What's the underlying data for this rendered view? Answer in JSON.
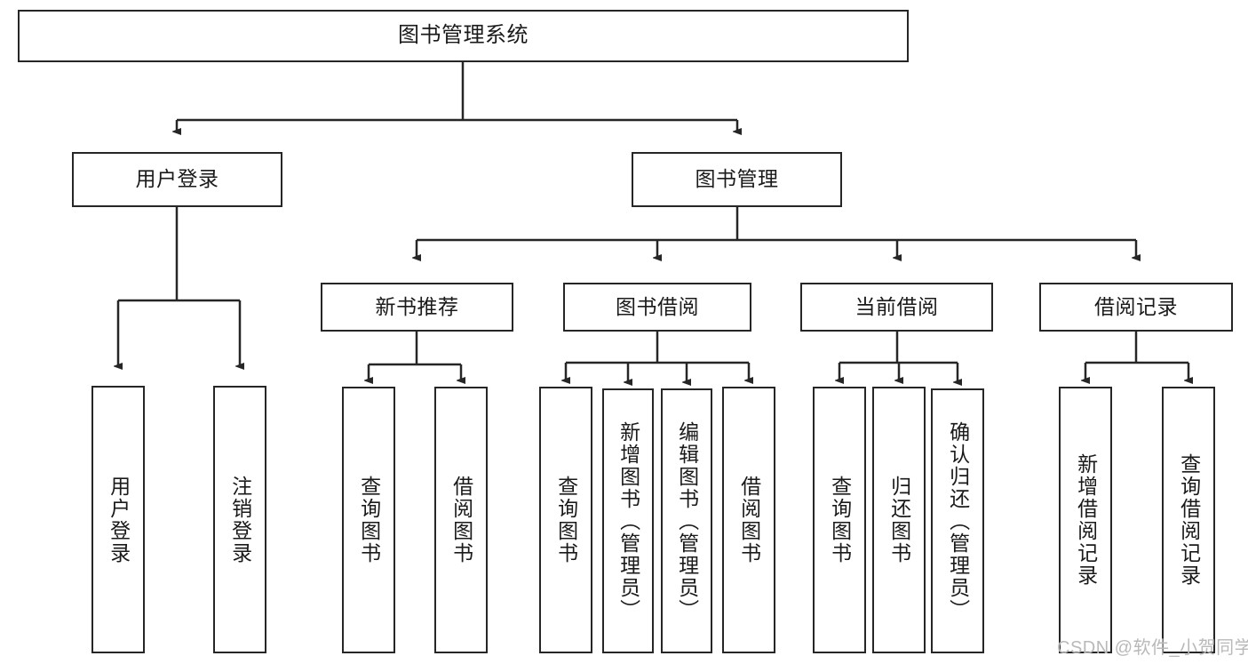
{
  "diagram": {
    "title": "图书管理系统",
    "root": {
      "label": "图书管理系统"
    },
    "level2": [
      {
        "label": "用户登录"
      },
      {
        "label": "图书管理"
      }
    ],
    "level3": [
      {
        "label": "新书推荐"
      },
      {
        "label": "图书借阅"
      },
      {
        "label": "当前借阅"
      },
      {
        "label": "借阅记录"
      }
    ],
    "leaves": {
      "user_login": [
        {
          "label": "用户登录"
        },
        {
          "label": "注销登录"
        }
      ],
      "new_book_recommend": [
        {
          "label": "查询图书"
        },
        {
          "label": "借阅图书"
        }
      ],
      "book_borrow": [
        {
          "label": "查询图书"
        },
        {
          "label": "新增图书（管理员）"
        },
        {
          "label": "编辑图书（管理员）"
        },
        {
          "label": "借阅图书"
        }
      ],
      "current_borrow": [
        {
          "label": "查询图书"
        },
        {
          "label": "归还图书"
        },
        {
          "label": "确认归还（管理员）"
        }
      ],
      "borrow_record": [
        {
          "label": "新增借阅记录"
        },
        {
          "label": "查询借阅记录"
        }
      ]
    }
  },
  "watermark": {
    "text": "CSDN @软件_小贺同学"
  },
  "colors": {
    "stroke": "#262626",
    "background": "#ffffff",
    "text": "#1a1a1a",
    "watermark": "#b9b9b9"
  }
}
